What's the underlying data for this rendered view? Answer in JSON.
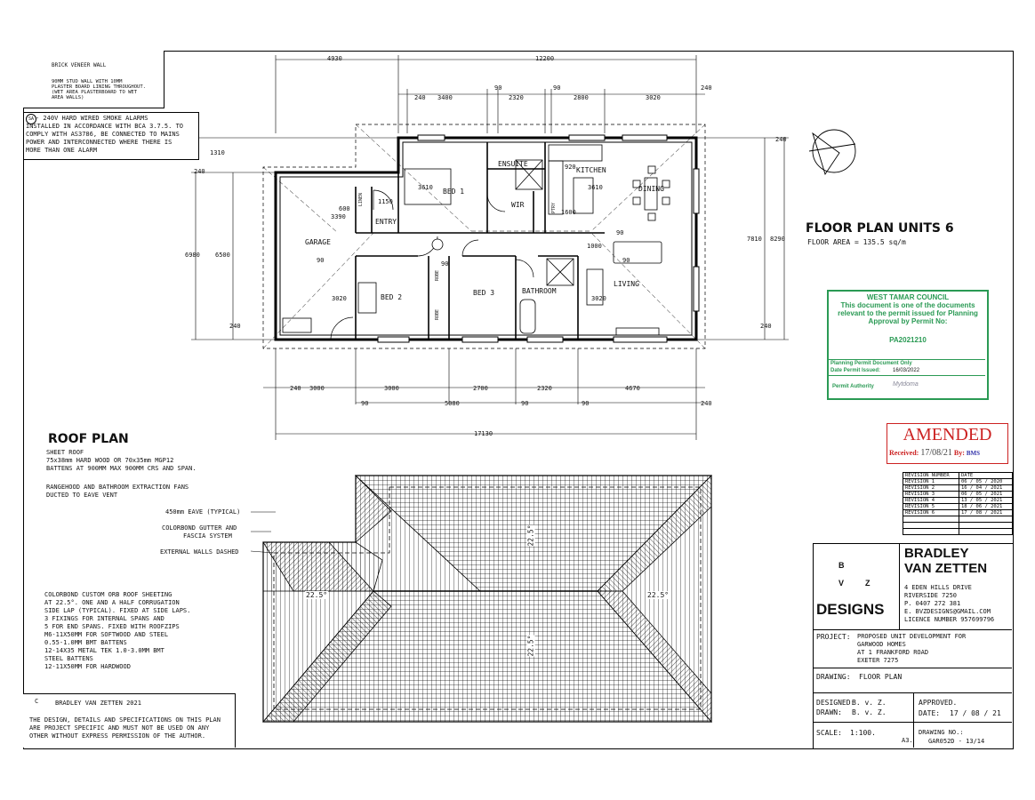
{
  "legend": {
    "brick": "BRICK VENEER WALL",
    "stud": [
      "90mm STUD WALL WITH 10mm",
      "PLASTER BOARD LINING THROUGHOUT.",
      "(WET AREA PLASTERBOARD TO WET",
      "AREA WALLS)"
    ]
  },
  "smoke_note": [
    "- 240V HARD WIRED SMOKE ALARMS",
    "INSTALLED IN ACCORDANCE WITH BCA 3.7.5. TO",
    "COMPLY WITH AS3786, BE CONNECTED TO MAINS",
    "POWER AND INTERCONNECTED WHERE THERE IS",
    "MORE THAN ONE ALARM"
  ],
  "smoke_symbol": "SA",
  "floor_plan": {
    "title": "FLOOR PLAN UNITS 6",
    "area": "FLOOR AREA = 135.5 sq/m",
    "rooms": {
      "bed1": "BED 1",
      "ensuite": "ENSUITE",
      "kitchen": "KITCHEN",
      "dining": "DINING",
      "wir": "WIR",
      "ptry": "PTRY",
      "entry": "ENTRY",
      "garage": "GARAGE",
      "linen": "LINEN",
      "bed2": "BED 2",
      "bed3": "BED 3",
      "bathroom": "BATHROOM",
      "living": "LIVING",
      "robe1": "ROBE",
      "robe2": "ROBE"
    },
    "dims": {
      "top_total_left": "4930",
      "top_total_right": "12200",
      "top_row": [
        "240",
        "3400",
        "90",
        "2320",
        "90",
        "2800",
        "3020",
        "240"
      ],
      "bottom_row": [
        "240",
        "3000",
        "3000",
        "2700",
        "2320",
        "4670"
      ],
      "bottom_sub": [
        "90",
        "5080",
        "90",
        "90",
        "240"
      ],
      "overall": "17130",
      "left": [
        "1310",
        "240",
        "6980",
        "6500",
        "90",
        "240"
      ],
      "right": [
        "240",
        "7810",
        "8290",
        "240"
      ],
      "inner": [
        "3610",
        "1150",
        "600",
        "3390",
        "920",
        "3610",
        "1600",
        "1000",
        "90",
        "3020",
        "3020",
        "90",
        "90"
      ]
    }
  },
  "council": {
    "lines": [
      "WEST TAMAR COUNCIL",
      "This document is one of the documents",
      "relevant to the permit issued for Planning",
      "Approval by Permit No:"
    ],
    "permit_no": "PA2021210",
    "ppd": "Planning Permit Document Only",
    "date_label": "Date Permit Issued:",
    "date_value": "16/03/2022",
    "authority": "Permit Authority",
    "signature": "Mytdoma"
  },
  "amended": {
    "title": "AMENDED",
    "received_label": "Received:",
    "received_date": "17/08/21",
    "by_label": "By:",
    "by_value": "BMS"
  },
  "revisions": {
    "headers": [
      "REVISION NUMBER",
      "DATE"
    ],
    "rows": [
      [
        "REVISION 1",
        "06 / 05 / 2020"
      ],
      [
        "REVISION 2",
        "16 / 04 / 2021"
      ],
      [
        "REVISION 3",
        "06 / 05 / 2021"
      ],
      [
        "REVISION 4",
        "13 / 05 / 2021"
      ],
      [
        "REVISION 5",
        "18 / 06 / 2021"
      ],
      [
        "REVISION 6",
        "17 / 08 / 2021"
      ]
    ]
  },
  "roof_plan": {
    "title": "ROOF PLAN",
    "spec": [
      "SHEET ROOF",
      "75x38mm HARD WOOD OR 70x35mm MGP12",
      "BATTENS AT 900mm MAX 900mm CRS AND SPAN."
    ],
    "fans": [
      "RANGEHOOD AND BATHROOM EXTRACTION FANS",
      "DUCTED TO EAVE VENT"
    ],
    "eave": "450mm EAVE (TYPICAL)",
    "gutter": [
      "COLORBOND GUTTER AND",
      "FASCIA SYSTEM"
    ],
    "walls": "EXTERNAL WALLS DASHED",
    "sheeting": [
      "COLORBOND CUSTOM ORB ROOF SHEETING",
      "AT 22.5°. ONE AND A HALF CORRUGATION",
      "SIDE LAP (TYPICAL). FIXED AT SIDE LAPS.",
      "3 FIXINGS FOR INTERNAL SPANS AND",
      "5 FOR END SPANS. FIXED WITH ROOFZIPS",
      "M6-11x50mm FOR SOFTWOOD AND STEEL",
      "0.55-1.0mm BMT BATTENS",
      "12-14x35 METAL TEK 1.0-3.0mm BMT",
      "STEEL BATTENS",
      "12-11x50mm FOR HARDWOOD"
    ],
    "pitch": "22.5°"
  },
  "copyright": {
    "symbol": "C",
    "line": "BRADLEY VAN ZETTEN  2021",
    "text": [
      "THE DESIGN, DETAILS AND SPECIFICATIONS ON THIS PLAN",
      "ARE PROJECT SPECIFIC AND MUST NOT BE USED ON ANY",
      "OTHER  WITHOUT EXPRESS PERMISSION OF THE AUTHOR."
    ]
  },
  "title_block": {
    "logo_letters": [
      "B",
      "V",
      "Z"
    ],
    "logo_text": "DESIGNS",
    "company": [
      "BRADLEY",
      "VAN ZETTEN"
    ],
    "address": [
      "4 EDEN HILLS DRIVE",
      "RIVERSIDE 7250",
      "P. 0407 272 381",
      "E. BVZDESIGNS@GMAIL.COM",
      "LICENCE NUMBER 957699796"
    ],
    "project_label": "PROJECT:",
    "project": [
      "PROPOSED UNIT DEVELOPMENT FOR",
      "GARWOOD HOMES",
      "AT 1 FRANKFORD ROAD",
      "EXETER 7275"
    ],
    "drawing_label": "DRAWING:",
    "drawing": "FLOOR PLAN",
    "designed_label": "DESIGNED:",
    "designed": "B. v. Z.",
    "drawn_label": "DRAWN:",
    "drawn": "B. v. Z.",
    "approved_label": "APPROVED.",
    "date_label": "DATE:",
    "date": "17 / 08 / 21",
    "scale_label": "SCALE:",
    "scale": "1:100.",
    "sheet": "A3.",
    "drawing_no_label": "DRAWING No.:",
    "drawing_no": "GAR052D - 13/14"
  }
}
